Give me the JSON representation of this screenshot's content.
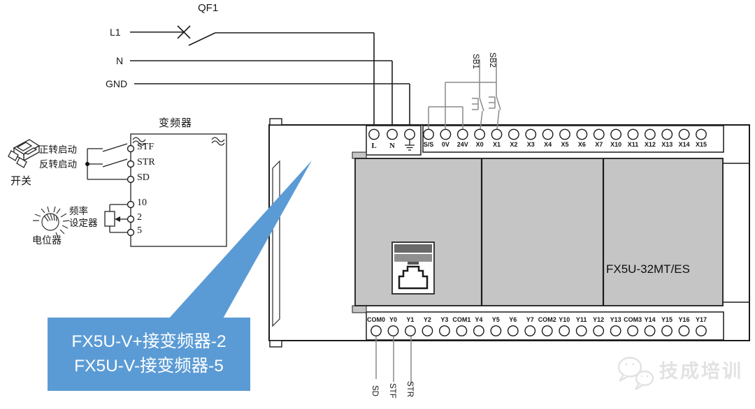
{
  "incoming_power": {
    "breaker_label": "QF1",
    "phase_label": "L1",
    "neutral_label": "N",
    "ground_label": "GND"
  },
  "inverter": {
    "title": "变频器",
    "forward_label": "正转启动",
    "reverse_label": "反转启动",
    "switch_label": "开关",
    "freq_setter_line1": "频率",
    "freq_setter_line2": "设定器",
    "potentiometer_label": "电位器",
    "control_terminals": [
      "STF",
      "STR",
      "SD"
    ],
    "analog_terminals": [
      "10",
      "2",
      "5"
    ]
  },
  "plc": {
    "model": "FX5U-32MT/ES",
    "power_terminals": [
      "L",
      "N"
    ],
    "ground_terminal_icon": "earth-ground-icon",
    "input_terminals": [
      "S/S",
      "0V",
      "24V",
      "X0",
      "X1",
      "X2",
      "X3",
      "X4",
      "X5",
      "X6",
      "X7",
      "X10",
      "X11",
      "X12",
      "X13",
      "X14",
      "X15"
    ],
    "output_terminals": [
      "COM0",
      "Y0",
      "Y1",
      "Y2",
      "Y3",
      "COM1",
      "Y4",
      "Y5",
      "Y6",
      "Y7",
      "COM2",
      "Y10",
      "Y11",
      "Y12",
      "Y13",
      "COM3",
      "Y14",
      "Y15",
      "Y16",
      "Y17"
    ],
    "pushbuttons": [
      "SB1",
      "SB2"
    ],
    "output_wire_labels": [
      "SD",
      "STF",
      "STR"
    ],
    "ethernet_port_icon": "rj45-port-icon"
  },
  "callout": {
    "line1": "FX5U-V+接变频器-2",
    "line2": "FX5U-V-接变频器-5"
  },
  "watermark": {
    "brand": "技成培训",
    "icon": "wechat-chat-bubbles-icon"
  },
  "colors": {
    "callout_blue": "#5b9bd5",
    "plc_body_gray": "#c5c5c5",
    "wire_black": "#1b1b1b",
    "wire_gray": "#8a8a8a"
  }
}
